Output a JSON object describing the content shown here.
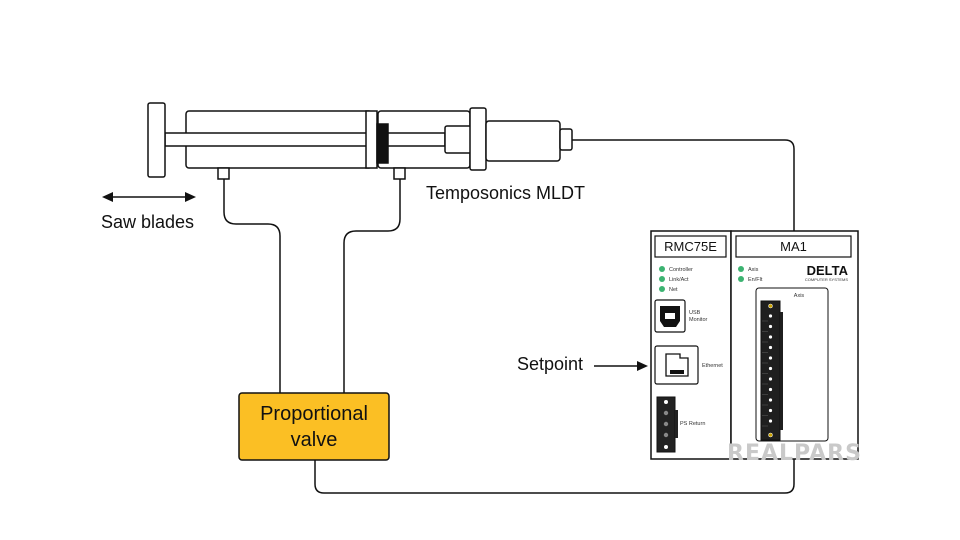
{
  "labels": {
    "saw_blades": "Saw blades",
    "temposonics": "Temposonics MLDT",
    "setpoint": "Setpoint",
    "valve_line1": "Proportional",
    "valve_line2": "valve"
  },
  "controller": {
    "rmc_title": "RMC75E",
    "rmc_leds": [
      "Controller",
      "Link/Act",
      "Net"
    ],
    "usb_label": [
      "USB",
      "Monitor"
    ],
    "ethernet_label": "Ethernet",
    "ps_label": "PS Return",
    "ma1_title": "MA1",
    "ma1_leds": [
      "Axis",
      "En/Flt"
    ],
    "brand": "DELTA",
    "brand_sub": "COMPUTER SYSTEMS",
    "axis_label": "Axis"
  },
  "watermark": "REALPARS",
  "colors": {
    "valve_fill": "#FBBF24",
    "led_green": "#3CB371",
    "stroke": "#111111"
  }
}
